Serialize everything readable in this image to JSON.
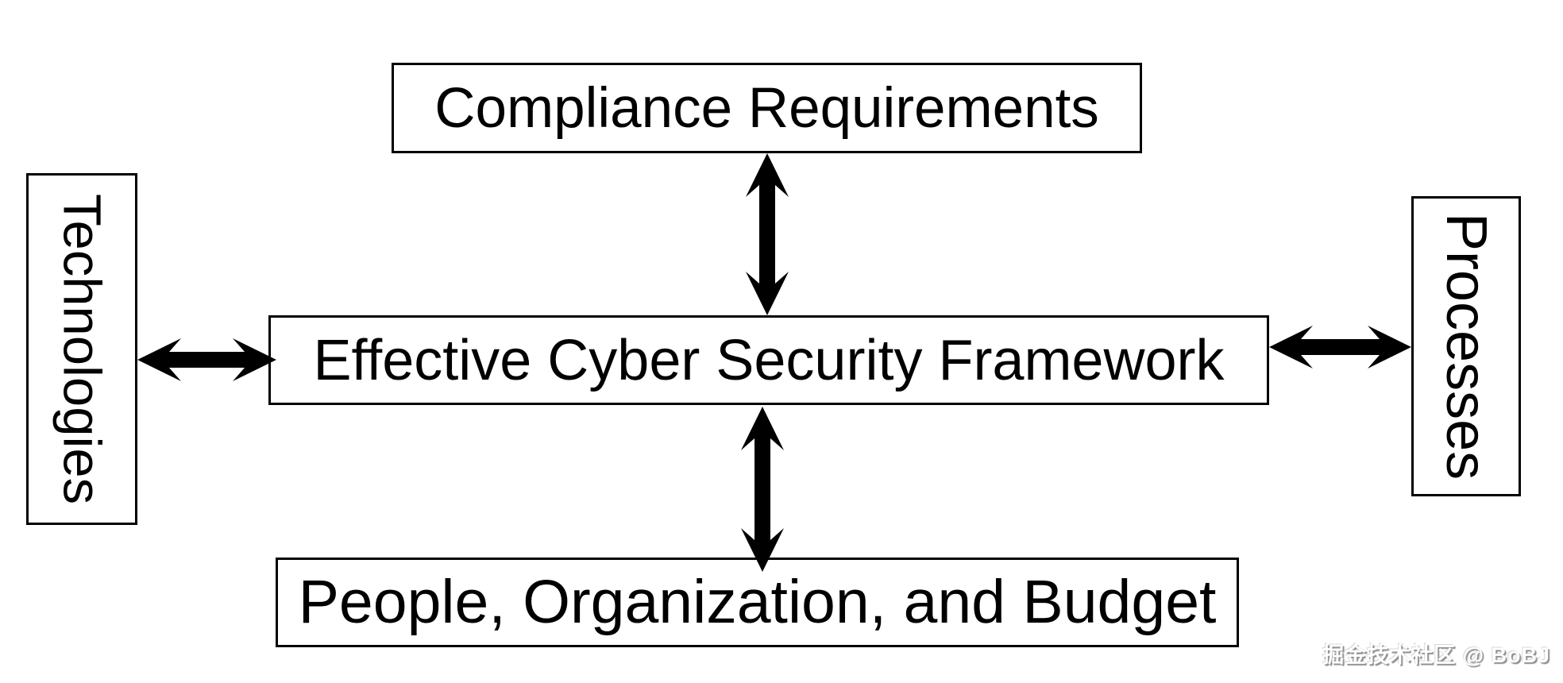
{
  "diagram": {
    "title_implied": "",
    "nodes": {
      "top": {
        "label": "Compliance Requirements"
      },
      "center": {
        "label": "Effective Cyber Security Framework"
      },
      "bottom": {
        "label": "People, Organization, and Budget"
      },
      "left": {
        "label": "Technologies",
        "text_orientation": "vertical"
      },
      "right": {
        "label": "Processes",
        "text_orientation": "vertical"
      }
    },
    "connectors": [
      {
        "name": "top-double-arrow",
        "type": "double-headed-arrow",
        "connects": [
          "Compliance Requirements",
          "Effective Cyber Security Framework"
        ]
      },
      {
        "name": "bottom-double-arrow",
        "type": "double-headed-arrow",
        "connects": [
          "Effective Cyber Security Framework",
          "People, Organization, and Budget"
        ]
      },
      {
        "name": "left-double-arrow",
        "type": "double-headed-arrow",
        "connects": [
          "Technologies",
          "Effective Cyber Security Framework"
        ]
      },
      {
        "name": "right-double-arrow",
        "type": "double-headed-arrow",
        "connects": [
          "Effective Cyber Security Framework",
          "Processes"
        ]
      }
    ],
    "colors": {
      "background": "#ffffff",
      "box_fill": "#ffffff",
      "box_border": "#000000",
      "text": "#000000",
      "arrow": "#000000",
      "watermark_fill": "#ffffff",
      "watermark_shadow": "#8f8f8f"
    }
  },
  "watermark": {
    "text": "掘金技术社区 @ BoBJ"
  }
}
